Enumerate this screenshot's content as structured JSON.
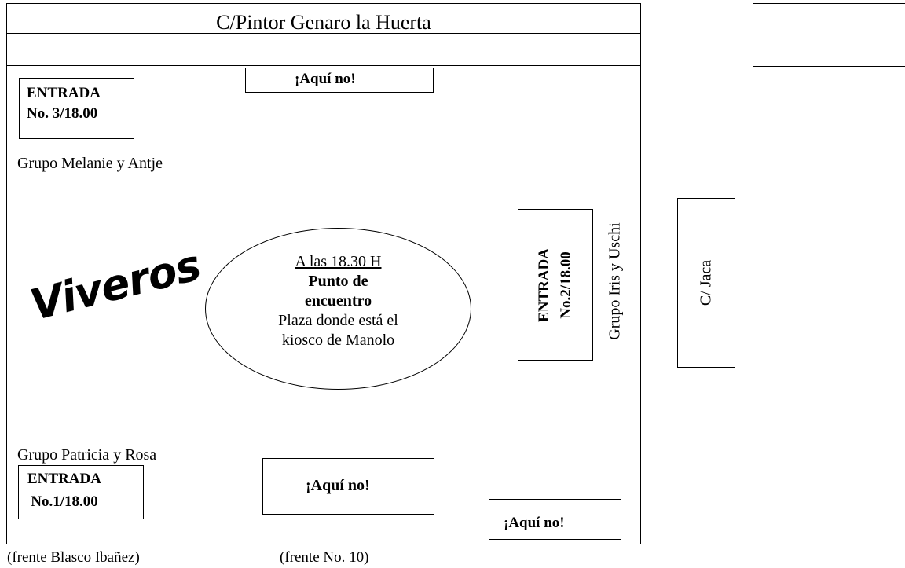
{
  "streets": {
    "top": "C/Pintor Genaro la Huerta",
    "side": "C/ Jaca"
  },
  "entradas": {
    "e3": {
      "line1": "ENTRADA",
      "line2": "No. 3/18.00"
    },
    "e2": {
      "line1": "ENTRADA",
      "line2": "No.2/18.00"
    },
    "e1": {
      "line1": "ENTRADA",
      "line2": "No.1/18.00"
    }
  },
  "aqui_no": {
    "top": "¡Aquí no!",
    "bottom": "¡Aquí no!",
    "corner": "¡Aquí no!"
  },
  "groups": {
    "melanie": "Grupo Melanie y Antje",
    "iris": "Grupo Iris y Uschi",
    "patricia": "Grupo Patricia y Rosa"
  },
  "viveros": "Viveros",
  "meeting": {
    "time": "A las 18.30 H",
    "title_line1": "Punto de",
    "title_line2": "encuentro",
    "desc_line1": "Plaza donde está el",
    "desc_line2": "kiosco de Manolo"
  },
  "captions": {
    "left": "(frente Blasco Ibañez)",
    "mid": "(frente No. 10)"
  }
}
